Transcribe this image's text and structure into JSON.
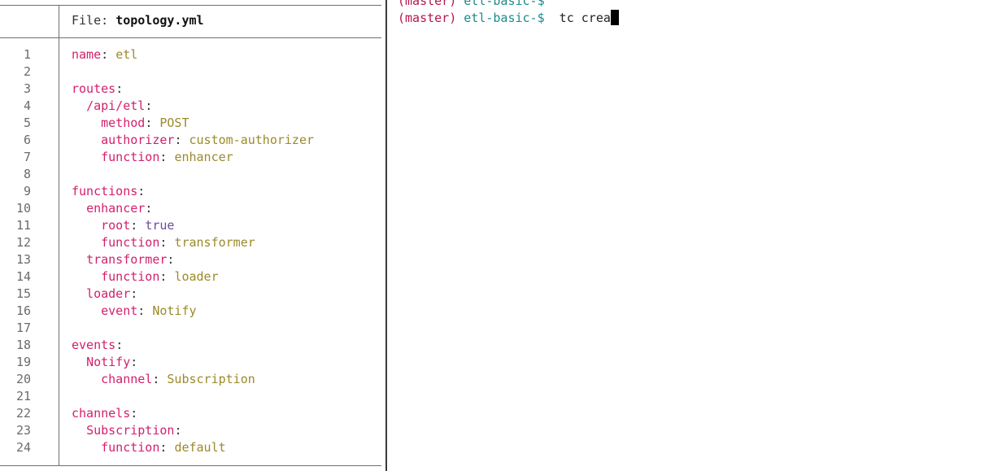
{
  "viewer": {
    "header_label": "File:",
    "file_name": "topology.yml",
    "lines": [
      {
        "n": "1",
        "indent": "",
        "key": "name",
        "value": "etl",
        "value_type": "str"
      },
      {
        "n": "2",
        "indent": "",
        "key": "",
        "value": "",
        "value_type": ""
      },
      {
        "n": "3",
        "indent": "",
        "key": "routes",
        "value": "",
        "value_type": ""
      },
      {
        "n": "4",
        "indent": "  ",
        "key": "/api/etl",
        "value": "",
        "value_type": ""
      },
      {
        "n": "5",
        "indent": "    ",
        "key": "method",
        "value": "POST",
        "value_type": "str"
      },
      {
        "n": "6",
        "indent": "    ",
        "key": "authorizer",
        "value": "custom-authorizer",
        "value_type": "str"
      },
      {
        "n": "7",
        "indent": "    ",
        "key": "function",
        "value": "enhancer",
        "value_type": "str"
      },
      {
        "n": "8",
        "indent": "",
        "key": "",
        "value": "",
        "value_type": ""
      },
      {
        "n": "9",
        "indent": "",
        "key": "functions",
        "value": "",
        "value_type": ""
      },
      {
        "n": "10",
        "indent": "  ",
        "key": "enhancer",
        "value": "",
        "value_type": ""
      },
      {
        "n": "11",
        "indent": "    ",
        "key": "root",
        "value": "true",
        "value_type": "bool"
      },
      {
        "n": "12",
        "indent": "    ",
        "key": "function",
        "value": "transformer",
        "value_type": "str"
      },
      {
        "n": "13",
        "indent": "  ",
        "key": "transformer",
        "value": "",
        "value_type": ""
      },
      {
        "n": "14",
        "indent": "    ",
        "key": "function",
        "value": "loader",
        "value_type": "str"
      },
      {
        "n": "15",
        "indent": "  ",
        "key": "loader",
        "value": "",
        "value_type": ""
      },
      {
        "n": "16",
        "indent": "    ",
        "key": "event",
        "value": "Notify",
        "value_type": "str"
      },
      {
        "n": "17",
        "indent": "",
        "key": "",
        "value": "",
        "value_type": ""
      },
      {
        "n": "18",
        "indent": "",
        "key": "events",
        "value": "",
        "value_type": ""
      },
      {
        "n": "19",
        "indent": "  ",
        "key": "Notify",
        "value": "",
        "value_type": ""
      },
      {
        "n": "20",
        "indent": "    ",
        "key": "channel",
        "value": "Subscription",
        "value_type": "str"
      },
      {
        "n": "21",
        "indent": "",
        "key": "",
        "value": "",
        "value_type": ""
      },
      {
        "n": "22",
        "indent": "",
        "key": "channels",
        "value": "",
        "value_type": ""
      },
      {
        "n": "23",
        "indent": "  ",
        "key": "Subscription",
        "value": "",
        "value_type": ""
      },
      {
        "n": "24",
        "indent": "    ",
        "key": "function",
        "value": "default",
        "value_type": "str"
      }
    ]
  },
  "terminal": {
    "lines": [
      {
        "branch": "(master)",
        "prompt": "etl-basic-$",
        "command": ""
      },
      {
        "branch": "(master)",
        "prompt": "etl-basic-$",
        "command": " tc crea"
      }
    ]
  },
  "colors": {
    "yaml_key": "#d21f6d",
    "yaml_string": "#9c8a2a",
    "yaml_bool": "#6c4d9b",
    "git_branch": "#b5164d",
    "shell_prompt": "#1f8a8a"
  }
}
